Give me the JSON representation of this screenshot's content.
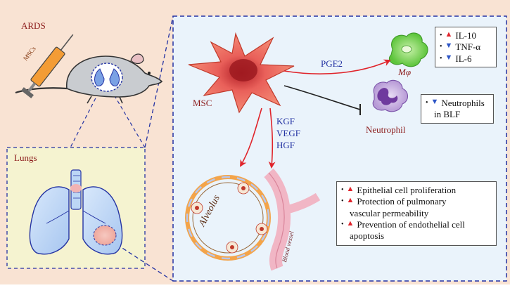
{
  "labels": {
    "ards": "ARDS",
    "syringe": "MSCs",
    "lungs": "Lungs",
    "msc": "MSC",
    "pge2": "PGE2",
    "macrophage": "Mφ",
    "neutrophil": "Neutrophil",
    "growth_factors": [
      "KGF",
      "VEGF",
      "HGF"
    ],
    "alveolus": "Alveolus",
    "blood_vessel": "Blood vessel"
  },
  "cytokine_box": {
    "items": [
      {
        "dir": "up",
        "text": "IL-10"
      },
      {
        "dir": "down",
        "text": "TNF-α"
      },
      {
        "dir": "down",
        "text": "IL-6"
      }
    ]
  },
  "neutrophil_box": {
    "items": [
      {
        "dir": "down",
        "line1": "Neutrophils",
        "line2": "in BLF"
      }
    ]
  },
  "effects_box": {
    "items": [
      {
        "dir": "up",
        "lines": [
          "Epithelial cell proliferation"
        ]
      },
      {
        "dir": "up",
        "lines": [
          "Protection of pulmonary",
          "vascular permeability"
        ]
      },
      {
        "dir": "up",
        "lines": [
          "Prevention of endothelial cell",
          "apoptosis"
        ]
      }
    ]
  },
  "colors": {
    "background": "#f9e3d3",
    "lungs_panel": "#f5f3d0",
    "main_panel": "#eaf3fb",
    "dashed": "#2433a3",
    "arrow_red": "#e0242b",
    "dark_red_text": "#8b1a1a",
    "blue_text": "#2433a3"
  }
}
